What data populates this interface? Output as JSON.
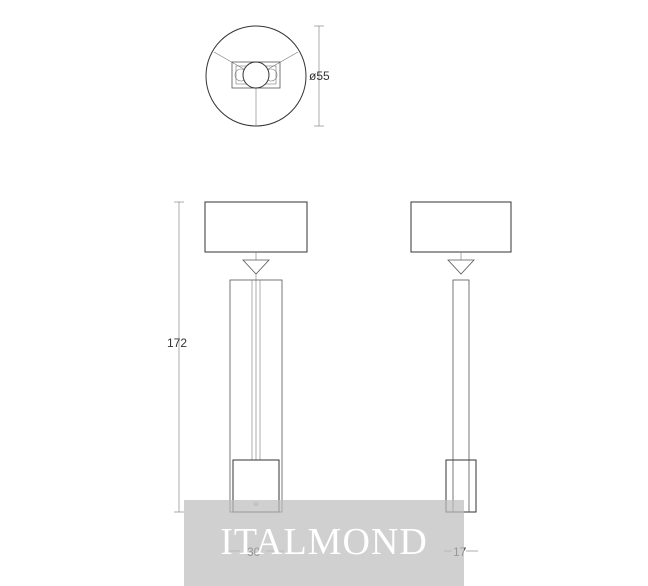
{
  "dimensions": {
    "diameter": "ø55",
    "height": "172",
    "front_width": "30",
    "side_width": "17"
  },
  "watermark": {
    "text": "ITALMOND"
  },
  "colors": {
    "line": "#555555",
    "watermark_bg": "#bebebe",
    "watermark_text": "#ffffff"
  }
}
